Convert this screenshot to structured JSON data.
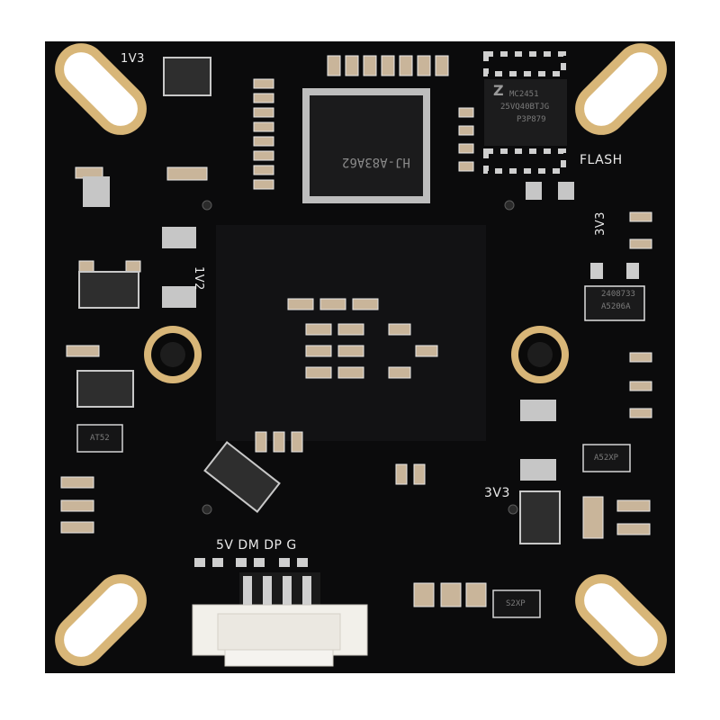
{
  "image": {
    "subject": "Black PCB module with QFP chip, SMD components, mounting holes and a white 4-pin connector",
    "colors": {
      "board": "#0b0b0c",
      "silkscreen": "#e9e9e9",
      "gold": "#d8b678",
      "component": "#c9b59a",
      "chip": "#1a1a1a",
      "connector": "#f2f0ea"
    }
  },
  "silkscreen": {
    "label_1v3": "1V3",
    "label_1v2": "1V2",
    "label_flash": "FLASH",
    "label_3v3_right": "3V3",
    "label_3v3_lower": "3V3",
    "label_pins": "5V DM DP G"
  },
  "chips": {
    "main_mcu": "HJ-A83A62",
    "flash_line1": "MC2451",
    "flash_line2": "25VQ40BTJG",
    "flash_line3": "P3P879",
    "regulator_line1": "2408733",
    "regulator_line2": "A5206A",
    "sot_left": "AT52",
    "sot_right": "A52XP",
    "sot_bottom": "S2XP"
  }
}
